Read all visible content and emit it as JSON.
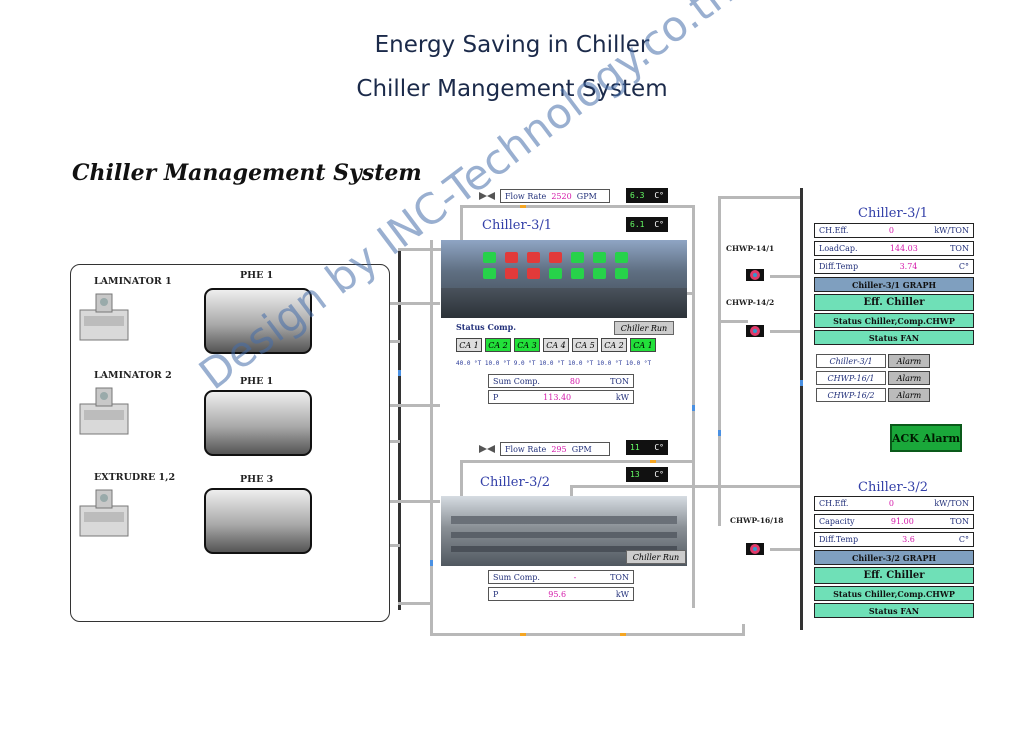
{
  "header": {
    "line1": "Energy Saving in Chiller",
    "line2": "Chiller Mangement System"
  },
  "page_title": "Chiller Management System",
  "watermark": "Design by INC-Technology.co.th",
  "plant": {
    "machines": [
      "LAMINATOR 1",
      "LAMINATOR 2",
      "EXTRUDRE 1,2"
    ],
    "phe": [
      "PHE 1",
      "PHE 1",
      "PHE 3"
    ]
  },
  "chiller1": {
    "title": "Chiller-3/1",
    "flow_label": "Flow Rate",
    "flow_value": "2520",
    "flow_unit": "GPM",
    "temp_top": "6.3",
    "temp_top_unit": "C°",
    "temp_second": "6.1",
    "temp_second_unit": "C°",
    "run_button": "Chiller Run",
    "status_label": "Status Comp.",
    "comps": [
      {
        "label": "CA 1",
        "state": "off"
      },
      {
        "label": "CA 2",
        "state": "on"
      },
      {
        "label": "CA 3",
        "state": "on"
      },
      {
        "label": "CA 4",
        "state": "off"
      },
      {
        "label": "CA 5",
        "state": "off"
      },
      {
        "label": "CA 2",
        "state": "off"
      },
      {
        "label": "CA 1",
        "state": "on"
      }
    ],
    "comp_values": "40.0 °T 10.0 °T 9.0 °T 10.0 °T 10.0 °T 10.0 °T 10.0 °T",
    "sum_label": "Sum Comp.",
    "sum_value": "80",
    "sum_unit": "TON",
    "p_label": "P",
    "p_value": "113.40",
    "p_unit": "kW"
  },
  "chiller2": {
    "title": "Chiller-3/2",
    "flow_label": "Flow Rate",
    "flow_value": "295",
    "flow_unit": "GPM",
    "temp_top": "11",
    "temp_top_unit": "C°",
    "temp_second": "13",
    "temp_second_unit": "C°",
    "run_button": "Chiller Run",
    "sum_label": "Sum Comp.",
    "sum_value": "-",
    "sum_unit": "TON",
    "p_label": "P",
    "p_value": "95.6",
    "p_unit": "kW"
  },
  "pumps": {
    "p1": "CHWP-14/1",
    "p2": "CHWP-14/2",
    "p3": "CHWP-16/18"
  },
  "panel1": {
    "title": "Chiller-3/1",
    "rows": [
      {
        "label": "CH.Eff.",
        "value": "0",
        "unit": "kW/TON"
      },
      {
        "label": "LoadCap.",
        "value": "144.03",
        "unit": "TON"
      },
      {
        "label": "Diff.Temp",
        "value": "3.74",
        "unit": "C°"
      }
    ],
    "graph_button": "Chiller-3/1 GRAPH",
    "eff_button": "Eff. Chiller",
    "status_cc": "Status Chiller,Comp.CHWP",
    "status_fan": "Status FAN"
  },
  "alarms": {
    "items": [
      {
        "label": "Chiller-3/1",
        "button": "Alarm"
      },
      {
        "label": "CHWP-16/1",
        "button": "Alarm"
      },
      {
        "label": "CHWP-16/2",
        "button": "Alarm"
      }
    ],
    "ack": "ACK Alarm"
  },
  "panel2": {
    "title": "Chiller-3/2",
    "rows": [
      {
        "label": "CH.Eff.",
        "value": "0",
        "unit": "kW/TON"
      },
      {
        "label": "Capacity",
        "value": "91.00",
        "unit": "TON"
      },
      {
        "label": "Diff.Temp",
        "value": "3.6",
        "unit": "C°"
      }
    ],
    "graph_button": "Chiller-3/2 GRAPH",
    "eff_button": "Eff. Chiller",
    "status_cc": "Status Chiller,Comp.CHWP",
    "status_fan": "Status FAN"
  },
  "colors": {
    "header_text": "#1b2a4a",
    "status_on": "#22e03a",
    "panel_blue": "#7f9fbf",
    "panel_green": "#6fe0b7",
    "ack_green": "#1aa83a",
    "value_magenta": "#d41aaa"
  }
}
